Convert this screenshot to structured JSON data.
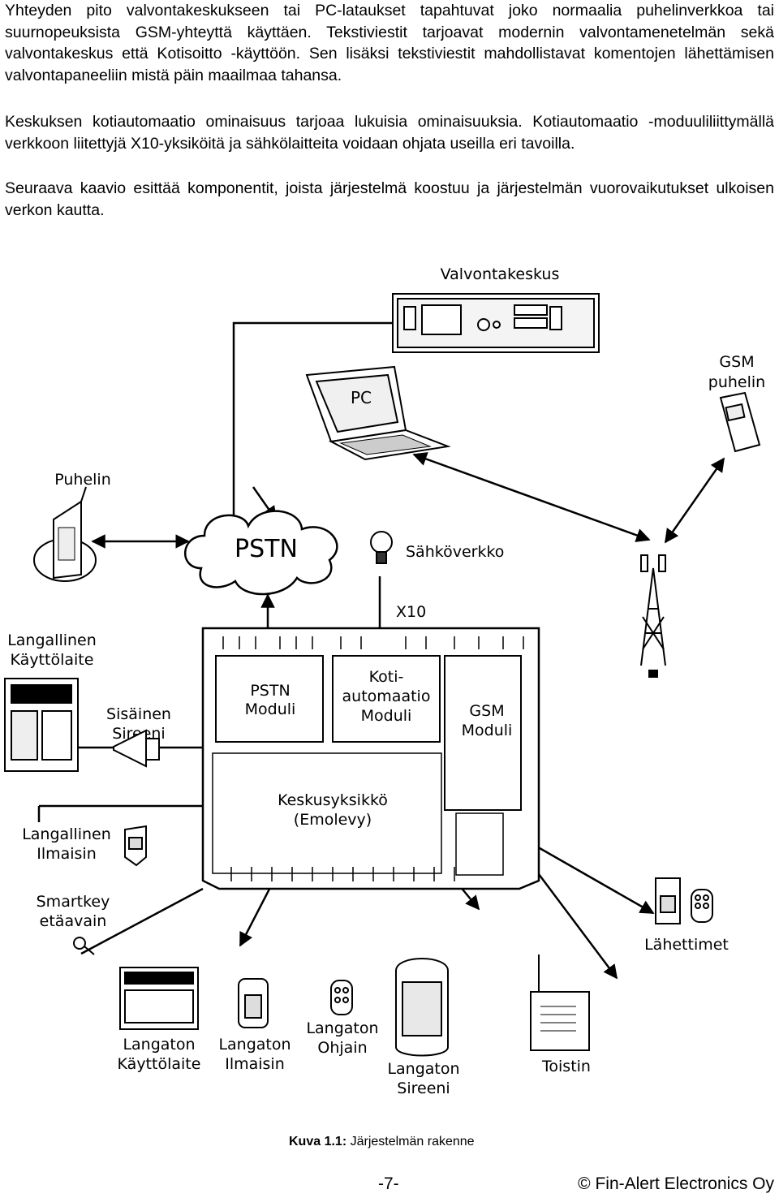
{
  "paragraphs": [
    "Yhteyden pito valvontakeskukseen tai PC-lataukset tapahtuvat joko normaalia puhelinverkkoa tai suurnopeuksista GSM-yhteyttä käyttäen. Tekstiviestit tarjoavat modernin valvontamenetelmän sekä valvontakeskus että Kotisoitto -käyttöön. Sen lisäksi tekstiviestit mahdollistavat komentojen lähettämisen valvontapaneeliin mistä päin maailmaa tahansa.",
    "Keskuksen kotiautomaatio ominaisuus tarjoaa lukuisia ominaisuuksia. Kotiautomaatio -moduuliliittymällä verkkoon liitettyjä X10-yksiköitä ja sähkölaitteita voidaan ohjata useilla eri tavoilla.",
    "Seuraava kaavio esittää komponentit, joista järjestelmä koostuu ja järjestelmän vuorovaikutukset ulkoisen verkon kautta."
  ],
  "diagram": {
    "valvontakeskus": "Valvontakeskus",
    "pc": "PC",
    "gsm_puhelin_1": "GSM",
    "gsm_puhelin_2": "puhelin",
    "puhelin": "Puhelin",
    "pstn": "PSTN",
    "sahkoverkko": "Sähköverkko",
    "x10": "X10",
    "langallinen_kayttolaite_1": "Langallinen",
    "langallinen_kayttolaite_2": "Käyttölaite",
    "sisainen_sireeni_1": "Sisäinen",
    "sisainen_sireeni_2": "Sireeni",
    "pstn_moduli_1": "PSTN",
    "pstn_moduli_2": "Moduli",
    "koti_1": "Koti-",
    "koti_2": "automaatio",
    "koti_3": "Moduli",
    "gsm_moduli_1": "GSM",
    "gsm_moduli_2": "Moduli",
    "keskusyksikko_1": "Keskusyksikkö",
    "keskusyksikko_2": "(Emolevy)",
    "langallinen_ilmaisin_1": "Langallinen",
    "langallinen_ilmaisin_2": "Ilmaisin",
    "smartkey_1": "Smartkey",
    "smartkey_2": "etäavain",
    "lahettimet": "Lähettimet",
    "langaton_kayttolaite_1": "Langaton",
    "langaton_kayttolaite_2": "Käyttölaite",
    "langaton_ilmaisin_1": "Langaton",
    "langaton_ilmaisin_2": "Ilmaisin",
    "langaton_ohjain_1": "Langaton",
    "langaton_ohjain_2": "Ohjain",
    "langaton_sireeni_1": "Langaton",
    "langaton_sireeni_2": "Sireeni",
    "toistin": "Toistin"
  },
  "caption": {
    "label": "Kuva 1.1:",
    "text": " Järjestelmän rakenne"
  },
  "footer": {
    "page": "-7-",
    "copyright": "© Fin-Alert Electronics Oy"
  }
}
